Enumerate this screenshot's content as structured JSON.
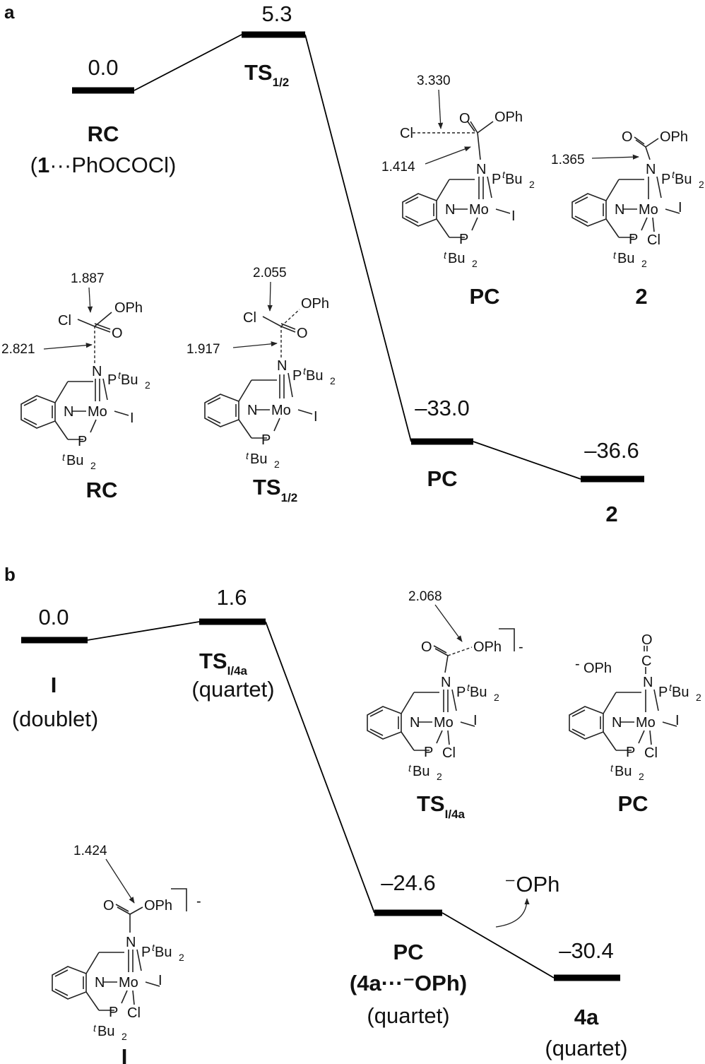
{
  "panels": {
    "a": {
      "letter": "a",
      "energies": {
        "rc": "0.0",
        "ts": "5.3",
        "pc": "–33.0",
        "p2": "–36.6"
      },
      "labels": {
        "rc": "RC",
        "rc_sub_pre": "(",
        "rc_sub_bold": "1",
        "rc_sub_post": "···PhOCOCl)",
        "ts": "TS",
        "ts_sub": "1/2",
        "pc": "PC",
        "p2": "2"
      },
      "molecules": {
        "rc": {
          "label": "RC",
          "d1": "1.887",
          "d2": "2.821"
        },
        "ts": {
          "label": "TS",
          "sub": "1/2",
          "d1": "2.055",
          "d2": "1.917"
        },
        "pc": {
          "label": "PC",
          "d1": "3.330",
          "d2": "1.414"
        },
        "p2": {
          "label": "2",
          "d1": "1.365"
        }
      }
    },
    "b": {
      "letter": "b",
      "energies": {
        "i": "0.0",
        "ts": "1.6",
        "pc": "–24.6",
        "p4a": "–30.4"
      },
      "labels": {
        "i": "I",
        "i_state": "(doublet)",
        "ts": "TS",
        "ts_sub": "I/4a",
        "ts_state": "(quartet)",
        "pc": "PC",
        "pc_sub_bold": "(4a",
        "pc_sub_post": "···⁻OPh)",
        "pc_state": "(quartet)",
        "p4a": "4a",
        "p4a_state": "(quartet)",
        "leaving": "⁻OPh"
      },
      "molecules": {
        "ts": {
          "label": "TS",
          "sub": "I/4a",
          "d1": "2.068",
          "charge": "-"
        },
        "pc": {
          "label": "PC",
          "anion": "OPh",
          "anion_charge": "-"
        },
        "i": {
          "label": "I",
          "d1": "1.424",
          "charge": "-"
        }
      }
    }
  },
  "atoms": {
    "N": "N",
    "Mo": "Mo",
    "I": "I",
    "P": "P",
    "Cl": "Cl",
    "O": "O",
    "C": "C",
    "OPh": "OPh",
    "PtBu2_t": "t",
    "PtBu2": "Bu",
    "two": "2",
    "P_sym": "P"
  }
}
